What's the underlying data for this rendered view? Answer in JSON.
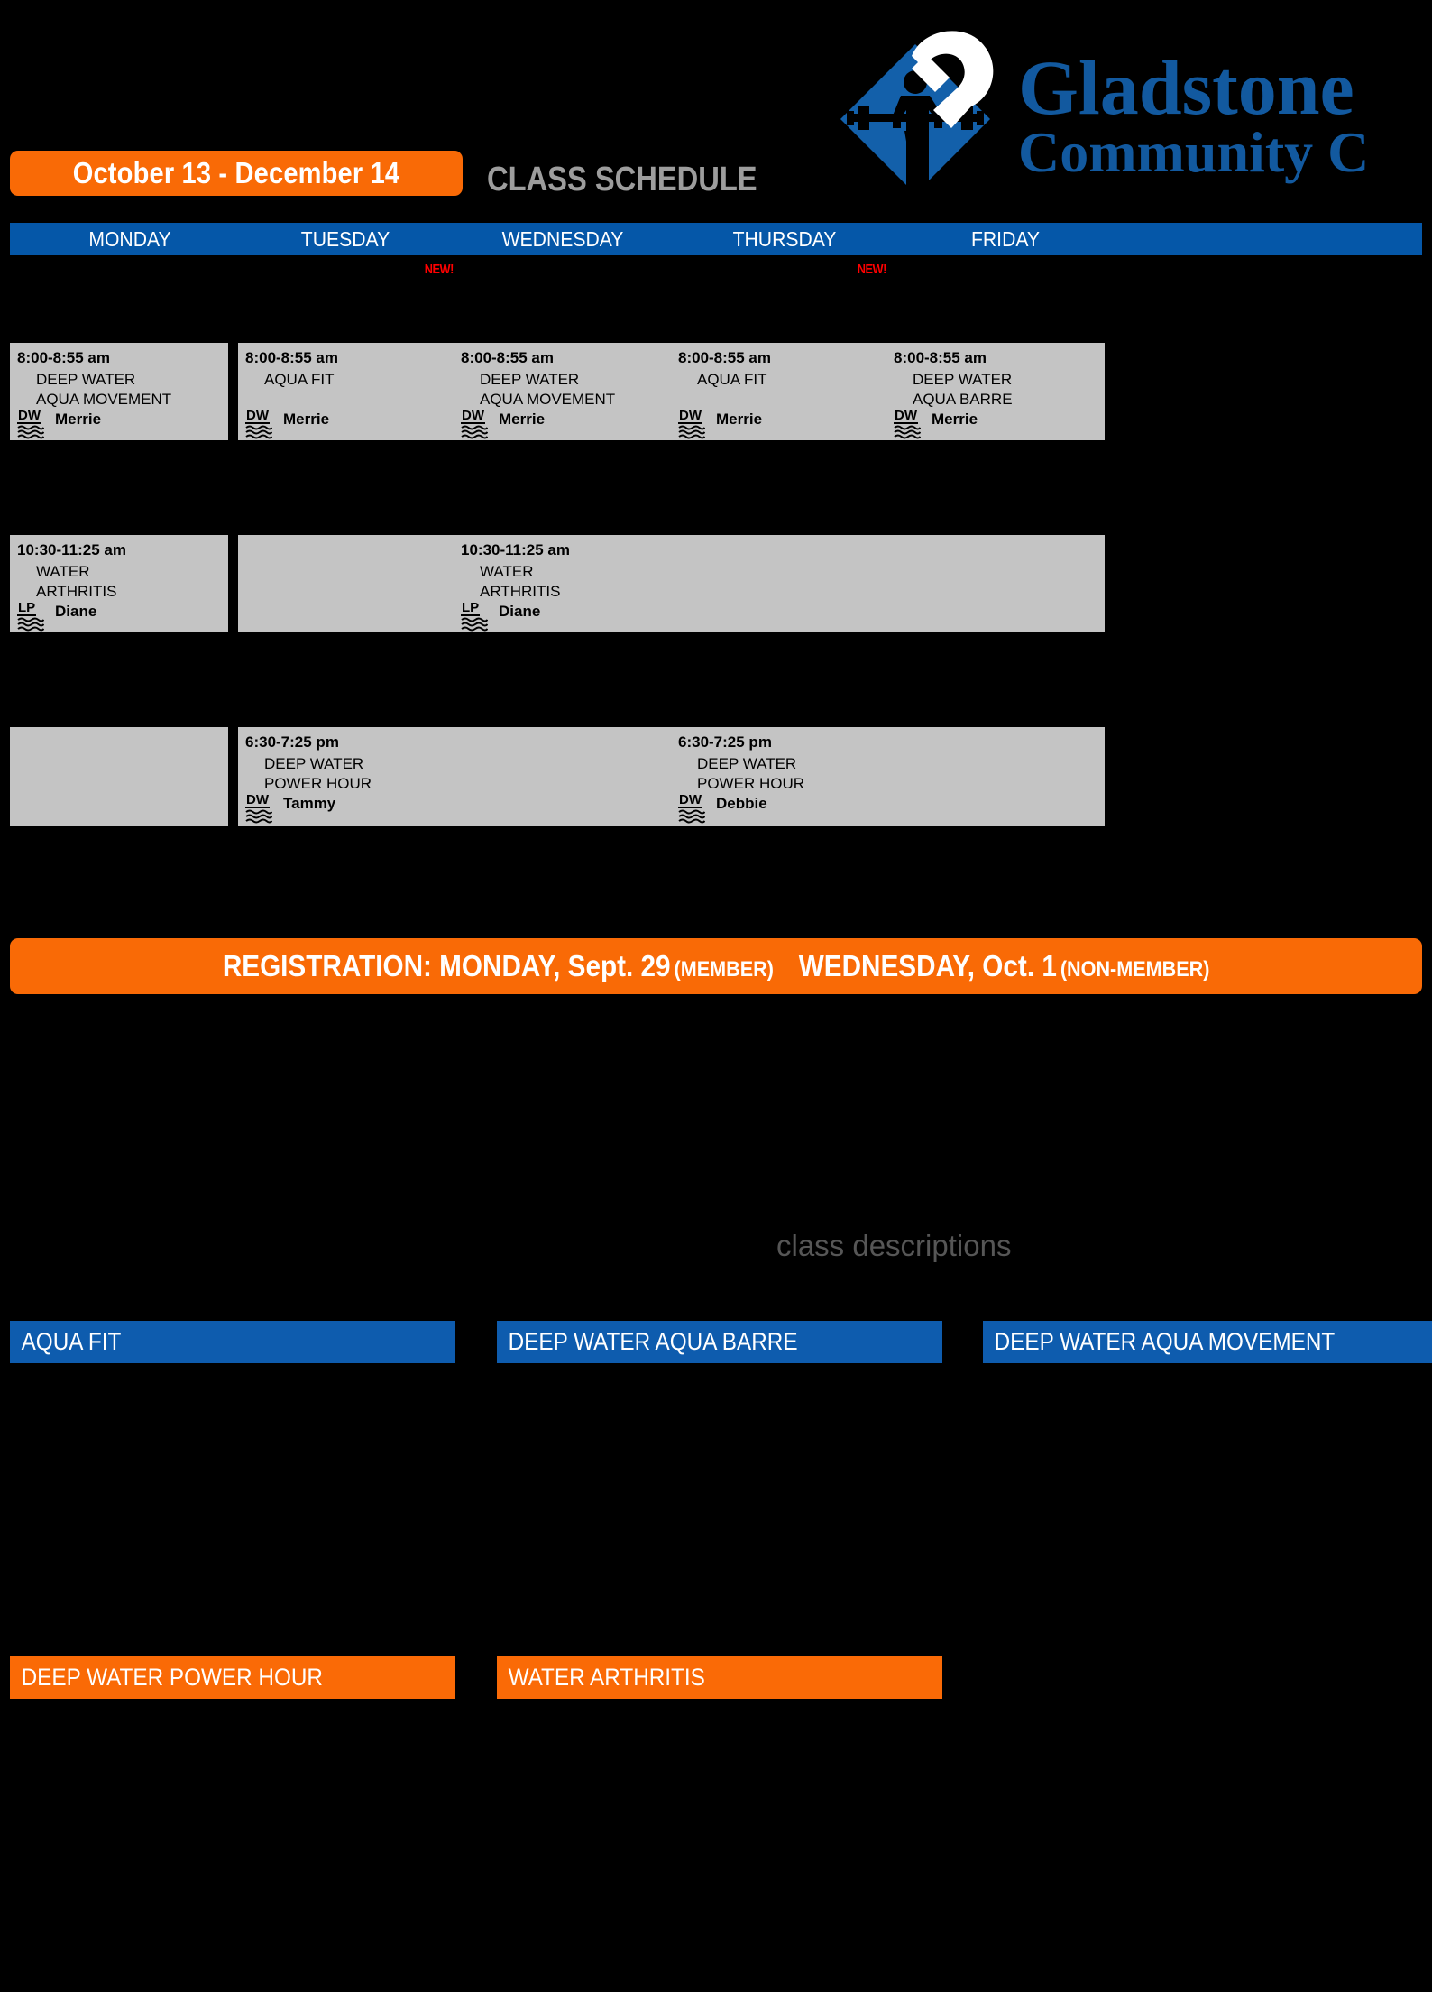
{
  "brand": {
    "logo_name": "gladstone-community-center-logo",
    "line1": "Gladstone",
    "line2": "Community Center",
    "blue": "#0557A8",
    "orange": "#F96A06"
  },
  "header": {
    "date_range": "October 13 - December 14",
    "title": "CLASS SCHEDULE"
  },
  "days": [
    "MONDAY",
    "TUESDAY",
    "WEDNESDAY",
    "THURSDAY",
    "FRIDAY"
  ],
  "badges": {
    "new": "NEW!"
  },
  "schedule": {
    "columns": [
      {
        "day": "MONDAY",
        "new_badge": false,
        "slots": [
          {
            "state": "blank"
          },
          {
            "state": "filled",
            "time": "8:00-8:55 am",
            "name1": "DEEP WATER",
            "name2": "AQUA MOVEMENT",
            "level": "DW",
            "instructor": "Merrie"
          },
          {
            "state": "blank"
          },
          {
            "state": "filled",
            "time": "10:30-11:25 am",
            "name1": "WATER",
            "name2": "ARTHRITIS",
            "level": "LP",
            "instructor": "Diane"
          },
          {
            "state": "blank"
          },
          {
            "state": "empty"
          }
        ]
      },
      {
        "day": "TUESDAY",
        "new_badge": true,
        "slots": [
          {
            "state": "blank"
          },
          {
            "state": "filled",
            "time": "8:00-8:55 am",
            "name1": "AQUA FIT",
            "name2": "",
            "level": "DW",
            "instructor": "Merrie"
          },
          {
            "state": "blank"
          },
          {
            "state": "empty"
          },
          {
            "state": "blank"
          },
          {
            "state": "filled",
            "time": "6:30-7:25 pm",
            "name1": "DEEP WATER",
            "name2": "POWER HOUR",
            "level": "DW",
            "instructor": "Tammy"
          }
        ]
      },
      {
        "day": "WEDNESDAY",
        "new_badge": false,
        "slots": [
          {
            "state": "blank"
          },
          {
            "state": "filled",
            "time": "8:00-8:55 am",
            "name1": "DEEP WATER",
            "name2": "AQUA MOVEMENT",
            "level": "DW",
            "instructor": "Merrie"
          },
          {
            "state": "blank"
          },
          {
            "state": "filled",
            "time": "10:30-11:25 am",
            "name1": "WATER",
            "name2": "ARTHRITIS",
            "level": "LP",
            "instructor": "Diane"
          },
          {
            "state": "blank"
          },
          {
            "state": "empty"
          }
        ]
      },
      {
        "day": "THURSDAY",
        "new_badge": true,
        "slots": [
          {
            "state": "blank"
          },
          {
            "state": "filled",
            "time": "8:00-8:55 am",
            "name1": "AQUA FIT",
            "name2": "",
            "level": "DW",
            "instructor": "Merrie"
          },
          {
            "state": "blank"
          },
          {
            "state": "empty"
          },
          {
            "state": "blank"
          },
          {
            "state": "filled",
            "time": "6:30-7:25 pm",
            "name1": "DEEP WATER",
            "name2": "POWER HOUR",
            "level": "DW",
            "instructor": "Debbie"
          }
        ]
      },
      {
        "day": "FRIDAY",
        "new_badge": false,
        "slots": [
          {
            "state": "blank"
          },
          {
            "state": "filled",
            "time": "8:00-8:55 am",
            "name1": "DEEP WATER",
            "name2": "AQUA BARRE",
            "level": "DW",
            "instructor": "Merrie"
          },
          {
            "state": "blank"
          },
          {
            "state": "empty"
          },
          {
            "state": "blank"
          },
          {
            "state": "empty"
          }
        ]
      }
    ]
  },
  "registration": {
    "lead": "REGISTRATION: MONDAY, Sept. 29",
    "member_note": "(MEMBER)",
    "second": "WEDNESDAY, Oct. 1",
    "nonmember_note": "(NON-MEMBER)"
  },
  "descriptions": {
    "heading": "class descriptions",
    "items": [
      {
        "label": "AQUA FIT",
        "color": "blue"
      },
      {
        "label": "DEEP WATER AQUA BARRE",
        "color": "blue"
      },
      {
        "label": "DEEP WATER AQUA MOVEMENT",
        "color": "blue"
      },
      {
        "label": "DEEP WATER POWER HOUR",
        "color": "orange"
      },
      {
        "label": "WATER ARTHRITIS",
        "color": "orange"
      }
    ]
  }
}
